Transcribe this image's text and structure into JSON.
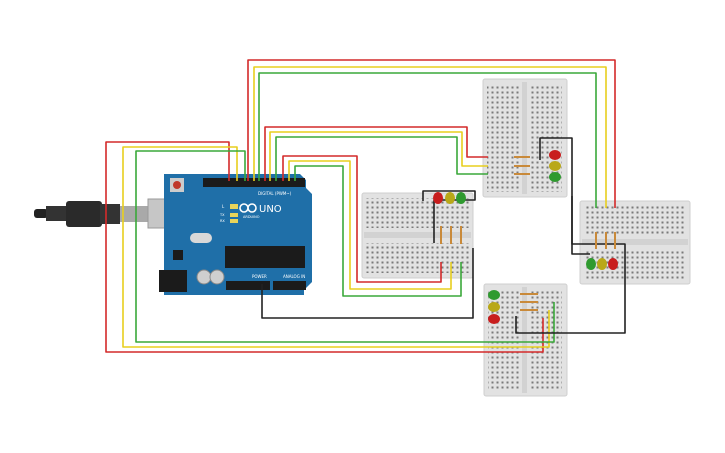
{
  "board": {
    "logo_text": "ARDUINO",
    "model": "UNO",
    "digital_label": "DIGITAL (PWM~)",
    "power_label": "POWER",
    "analog_label": "ANALOG IN",
    "led_l_label": "L",
    "led_tx_label": "TX",
    "led_rx_label": "RX"
  },
  "colors": {
    "board": "#1f6fa8",
    "breadboard": "#e2e2e2",
    "wire_red": "#d42a2a",
    "wire_yellow": "#e8cf1e",
    "wire_green": "#3aa83a",
    "wire_black": "#222222",
    "led_red": "#c81e1e",
    "led_yellow": "#b9a818",
    "led_green": "#2f9a2f"
  },
  "icons": {
    "usb_cable": "usb-cable-icon",
    "reset_button": "reset-button-icon",
    "infinity_logo": "arduino-infinity-logo-icon"
  }
}
